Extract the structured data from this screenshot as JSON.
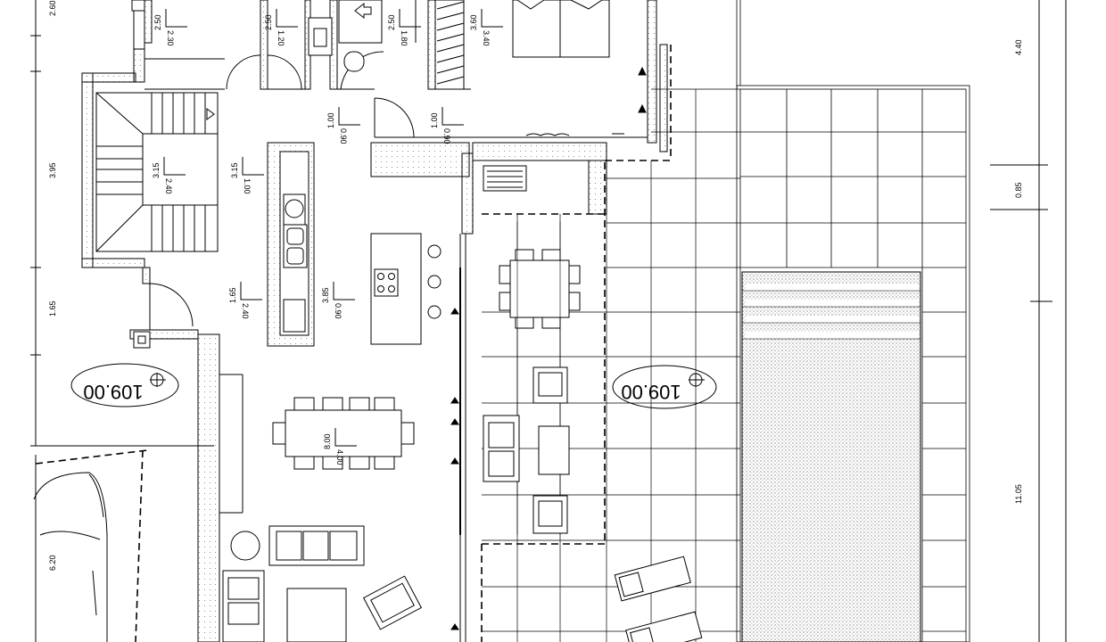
{
  "levels": {
    "left": "109.00",
    "right": "109.00"
  },
  "dimensions": {
    "left_top": "2.60",
    "left_stairs": "3.95",
    "left_mid": "1.65",
    "left_bottom": "6.20",
    "right_top": "4.40",
    "right_mid": "0.85",
    "right_bottom": "11.05"
  },
  "room_marks": [
    {
      "h": "2.50",
      "w": "2.30"
    },
    {
      "h": "2.50",
      "w": "1.20"
    },
    {
      "h": "2.50",
      "w": "1.80"
    },
    {
      "h": "3.60",
      "w": "3.40"
    },
    {
      "h": "1.00",
      "w": "0.90"
    },
    {
      "h": "1.00",
      "w": "0.90"
    },
    {
      "h": "3.15",
      "w": "2.40"
    },
    {
      "h": "3.15",
      "w": "1.00"
    },
    {
      "h": "1.65",
      "w": "2.40"
    },
    {
      "h": "3.85",
      "w": "0.90"
    },
    {
      "h": "8.00",
      "w": "4.00"
    }
  ],
  "colors": {
    "line": "#000000",
    "background": "#ffffff",
    "hatch": "#555555"
  }
}
